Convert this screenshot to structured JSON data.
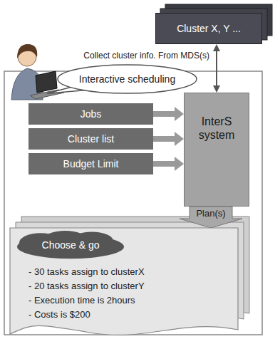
{
  "diagram": {
    "nodes": [
      {
        "text": [
          "Cluster X, Y ..."
        ]
      },
      {
        "text": [
          "Interactive scheduling"
        ]
      },
      {
        "text": [
          "Jobs"
        ]
      },
      {
        "text": [
          "Cluster list"
        ]
      },
      {
        "text": [
          "Budget Limit"
        ]
      },
      {
        "text": [
          "InterS system"
        ]
      },
      {
        "text": [
          "- 30 tasks assign to clusterX",
          "- 20 tasks assign to clusterY",
          "- Execution time is 2hours",
          "- Costs is $200"
        ]
      },
      {
        "text": [
          "Choose & go"
        ],
        "in": 6
      }
    ],
    "edges": [
      {
        "from": 0,
        "to": 5,
        "label": "Collect cluster info. From MDS(s)",
        "arrow": "both"
      },
      {
        "from": 2,
        "to": 5,
        "arrow": "to"
      },
      {
        "from": 3,
        "to": 5,
        "arrow": "to"
      },
      {
        "from": 4,
        "to": 5,
        "arrow": "to"
      },
      {
        "from": 5,
        "to": 6,
        "label": "Plan(s)",
        "arrow": "to"
      }
    ]
  }
}
